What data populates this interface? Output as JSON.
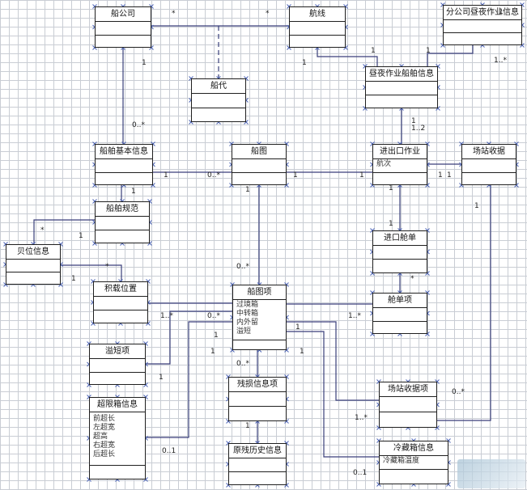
{
  "classes": {
    "chuan_gongsi": {
      "name": "船公司"
    },
    "hangxian": {
      "name": "航线"
    },
    "fengongsi_zuoye": {
      "name": "分公司昼夜作业信息"
    },
    "chuandai": {
      "name": "船代"
    },
    "zhouye_chuanbo": {
      "name": "昼夜作业船舶信息"
    },
    "chuanbo_jiben": {
      "name": "船舶基本信息"
    },
    "chuantu": {
      "name": "船图"
    },
    "jinchukou_zuoye": {
      "name": "进出口作业",
      "attrs": [
        "航次"
      ]
    },
    "changzhan_shouju": {
      "name": "场站收据"
    },
    "chuanbo_guifan": {
      "name": "船舶规范"
    },
    "jinkou_cangdan": {
      "name": "进口舱单"
    },
    "beiwei_xinxi": {
      "name": "贝位信息"
    },
    "jizai_weizhi": {
      "name": "积载位置"
    },
    "chuantu_xiang": {
      "name": "船图项",
      "attrs": [
        "过境箱",
        "中转箱",
        "内外留",
        "溢短"
      ]
    },
    "cangdan_xiang": {
      "name": "舱单项"
    },
    "yiduan_xiang": {
      "name": "溢短项"
    },
    "chaoxian_xiang": {
      "name": "超限箱信息",
      "attrs": [
        "前超长",
        "左超宽",
        "超高",
        "右超宽",
        "后超长"
      ]
    },
    "canxun_xinxi": {
      "name": "残损信息项"
    },
    "changzhan_shouju_xiang": {
      "name": "场站收据项"
    },
    "canxun_lishi": {
      "name": "原残历史信息"
    },
    "lengcang_xiang": {
      "name": "冷藏箱信息",
      "attrs": [
        "冷藏箱温度"
      ]
    }
  },
  "multiplicities": {
    "m1": "*",
    "m2": "*",
    "m3": "1",
    "m4": "1",
    "m5": "1",
    "m6": "1..*",
    "m7": "1",
    "m8": "0..*",
    "m9": "1",
    "m10": "1..2",
    "m11": "1",
    "m12": "0..*",
    "m13": "1",
    "m14": "1",
    "m15": "1",
    "m16": "1",
    "m17": "1",
    "m18": "1",
    "m19": "0..*",
    "m20": "*",
    "m21": "1",
    "m22": "*",
    "m23": "1",
    "m24": "1..*",
    "m25": "*",
    "m26": "1",
    "m27": "1..*",
    "m28": "0..*",
    "m29": "1",
    "m30": "1",
    "m31": "0..*",
    "m32": "1",
    "m33": "1",
    "m34": "0..*",
    "m35": "1..*",
    "m36": "1",
    "m37": "0..1",
    "m38": "0..1",
    "m39": "1",
    "m40": "1",
    "m41": "1",
    "m42": "1"
  }
}
